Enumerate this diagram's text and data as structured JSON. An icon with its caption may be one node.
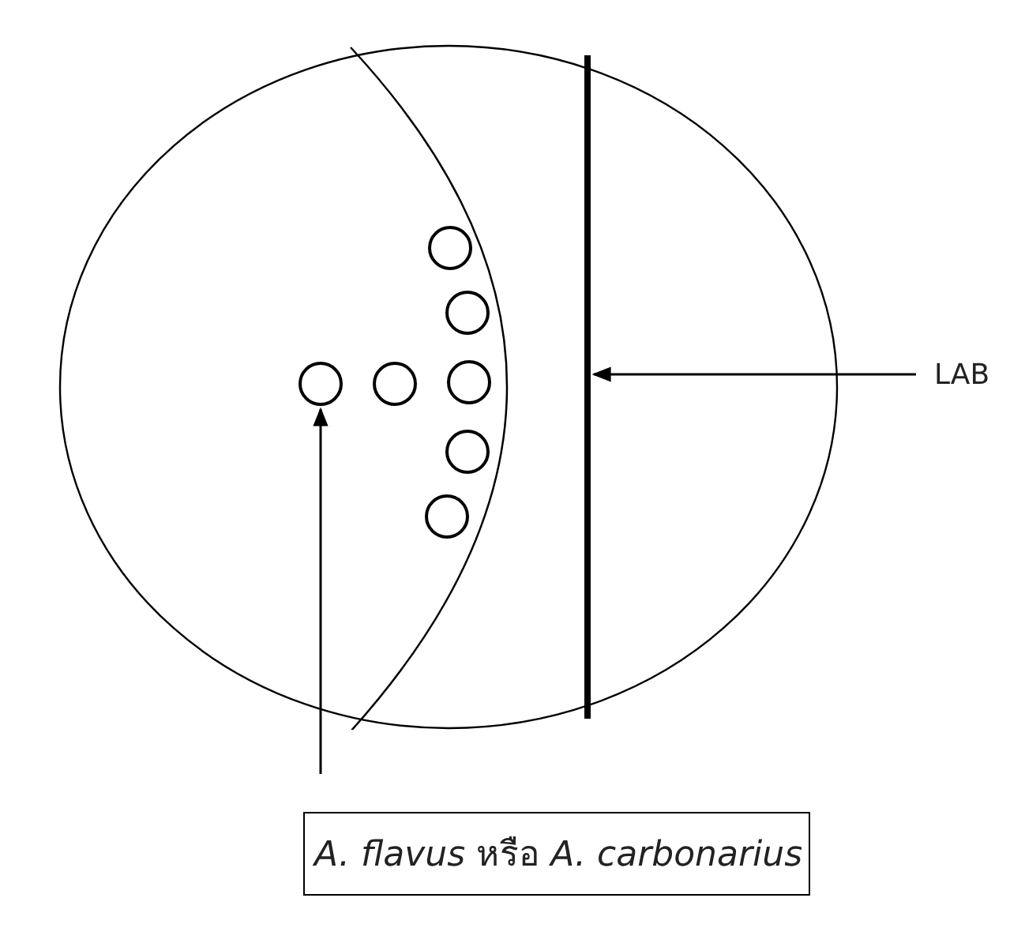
{
  "diagram": {
    "nodes": [
      {
        "text": [],
        "shape": "circle"
      },
      {
        "text": [],
        "shape": "bar",
        "in": 0
      },
      {
        "text": [],
        "shape": "circle",
        "in": 0
      },
      {
        "text": [],
        "shape": "circle",
        "in": 0
      },
      {
        "text": [],
        "shape": "circle",
        "in": 0
      },
      {
        "text": [],
        "shape": "circle",
        "in": 0
      },
      {
        "text": [],
        "shape": "circle",
        "in": 0
      },
      {
        "text": [],
        "shape": "circle",
        "in": 0
      },
      {
        "text": [],
        "shape": "circle",
        "in": 0
      },
      {
        "text": [
          "LAB"
        ]
      },
      {
        "text": [
          "*A. flavus* หรือ *A. carbonarius*"
        ]
      }
    ],
    "edges": [
      {
        "from": 9,
        "to": 1,
        "arrow": "to"
      },
      {
        "from": 10,
        "to": 4,
        "arrow": "to"
      }
    ]
  }
}
